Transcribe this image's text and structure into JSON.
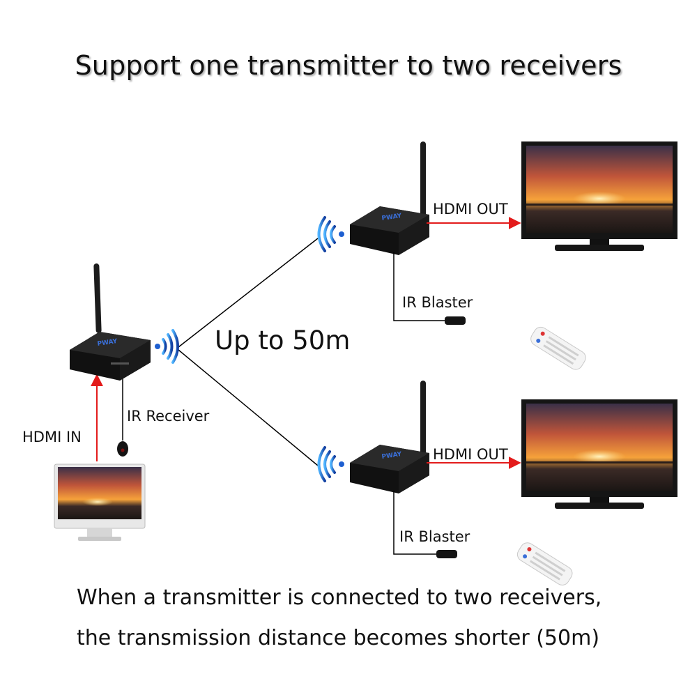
{
  "title": "Support one transmitter to two receivers",
  "distance_label": "Up to 50m",
  "transmitter": {
    "brand": "PWAY",
    "hdmi_in_label": "HDMI IN",
    "ir_receiver_label": "IR Receiver"
  },
  "receivers": [
    {
      "brand": "PWAY",
      "hdmi_out_label": "HDMI OUT",
      "ir_blaster_label": "IR Blaster"
    },
    {
      "brand": "PWAY",
      "hdmi_out_label": "HDMI OUT",
      "ir_blaster_label": "IR Blaster"
    }
  ],
  "caption": {
    "line1": "When a transmitter is connected to two receivers,",
    "line2": "the transmission distance becomes shorter (50m)"
  },
  "colors": {
    "signal_line": "#e31b1b",
    "device": "#1a1a1a",
    "brand_text": "#3a6fd8",
    "wifi": "#1e5fd0"
  }
}
